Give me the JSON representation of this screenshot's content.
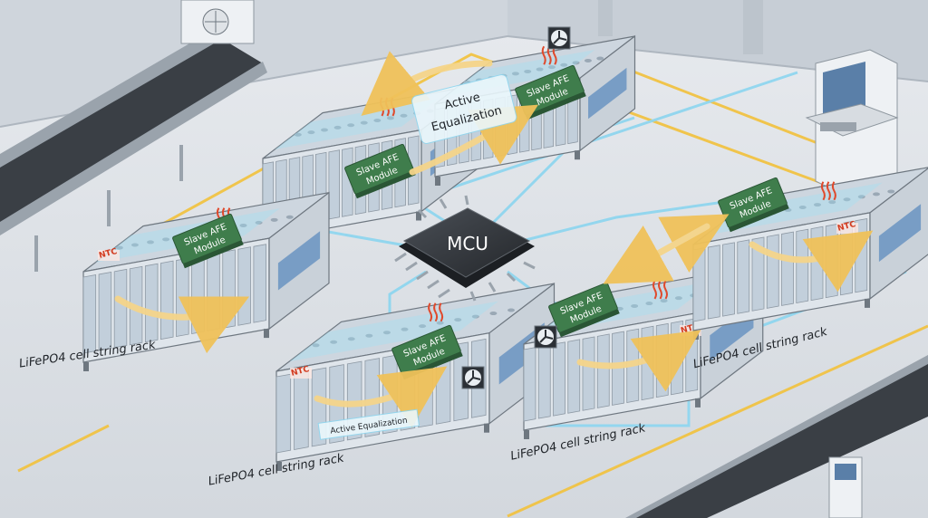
{
  "diagram": {
    "mcu_label": "MCU",
    "afe_line1": "Slave AFE",
    "afe_line2": "Module",
    "ntc_label": "NTC",
    "active_eq_line1": "Active",
    "active_eq_line2": "Equalization",
    "active_eq_inline": "Active Equalization",
    "rack_label": "LiFePO4 cell string rack"
  },
  "colors": {
    "afe_green": "#3f7d4c",
    "link_cyan": "#8fd6ef",
    "hot_red": "#e0492b",
    "arrow_yellow": "#f5d58a",
    "floor_stripe": "#f2c13b"
  }
}
